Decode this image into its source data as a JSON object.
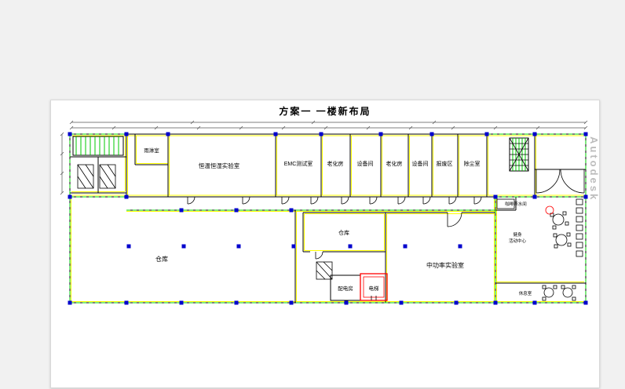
{
  "title": "方案一  一楼新布局",
  "watermark": "Autodesk",
  "rooms": {
    "rain_room": "雨淋室",
    "thermo_lab": "恒温恒湿实验室",
    "emc_room": "EMC测试室",
    "aging_room_1": "老化房",
    "equipment_room_1": "设备间",
    "aging_room_2": "老化房",
    "equipment_room_2": "设备间",
    "scrap_area": "报废区",
    "dust_room": "除尘室",
    "warehouse_main": "仓库",
    "warehouse_small": "仓库",
    "mid_power_lab": "中功率实验室",
    "power_room": "配电房",
    "elevator": "电梯",
    "coffee_room": "咖啡茶水间",
    "fitness_line1": "健身",
    "fitness_line2": "活动中心",
    "rest_room": "休息室"
  },
  "colors": {
    "wall_yellow": "#ffff00",
    "grid_green": "#00d200",
    "column_blue": "#0000cd",
    "accent_red": "#ff0000",
    "line_black": "#000000"
  }
}
